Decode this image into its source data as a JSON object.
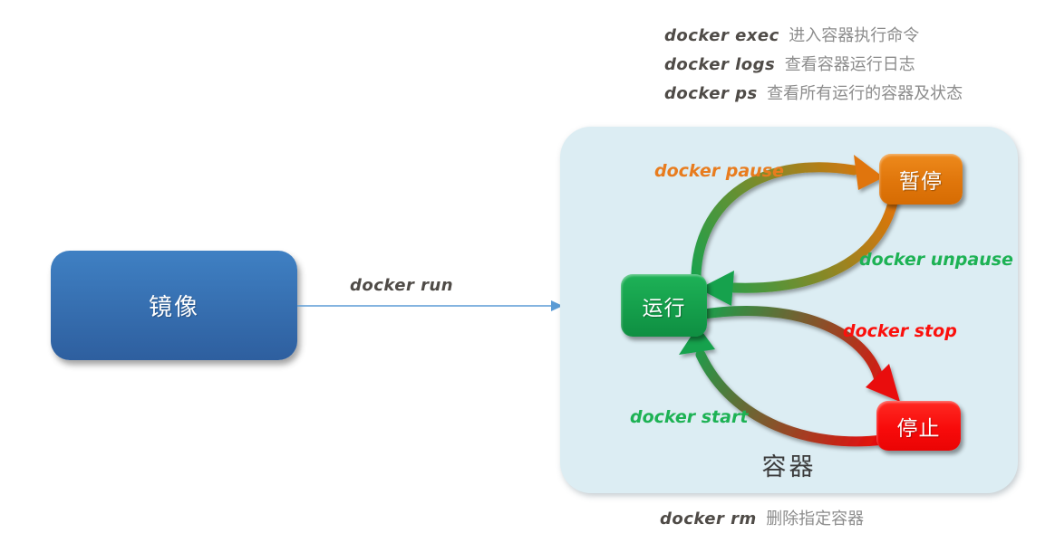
{
  "top_commands": [
    {
      "command": "docker exec",
      "description": "进入容器执行命令"
    },
    {
      "command": "docker logs",
      "description": "查看容器运行日志"
    },
    {
      "command": "docker ps",
      "description": "查看所有运行的容器及状态"
    }
  ],
  "image_node": {
    "label": "镜像"
  },
  "run_transition": {
    "label": "docker run"
  },
  "container": {
    "title": "容器",
    "states": {
      "running": "运行",
      "paused": "暂停",
      "stopped": "停止"
    },
    "transitions": {
      "pause": "docker pause",
      "unpause": "docker unpause",
      "stop": "docker stop",
      "start": "docker start"
    }
  },
  "bottom_command": {
    "command": "docker rm",
    "description": "删除指定容器"
  },
  "colors": {
    "image_box_top": "#3f80c3",
    "image_box_bottom": "#2e5f9f",
    "container_bg": "#dcedf3",
    "running_green": "#149d4a",
    "paused_orange": "#e0760b",
    "stopped_red": "#f80b0b",
    "run_arrow_blue": "#5b9bd5",
    "command_text": "#4f4b47",
    "desc_text": "#8c8c8c",
    "label_orange": "#e87c1e",
    "label_green": "#1db254",
    "label_red": "#fb100c",
    "arrow_green": "#18a24d",
    "arrow_orange": "#e07409",
    "arrow_red": "#e90c0c"
  }
}
